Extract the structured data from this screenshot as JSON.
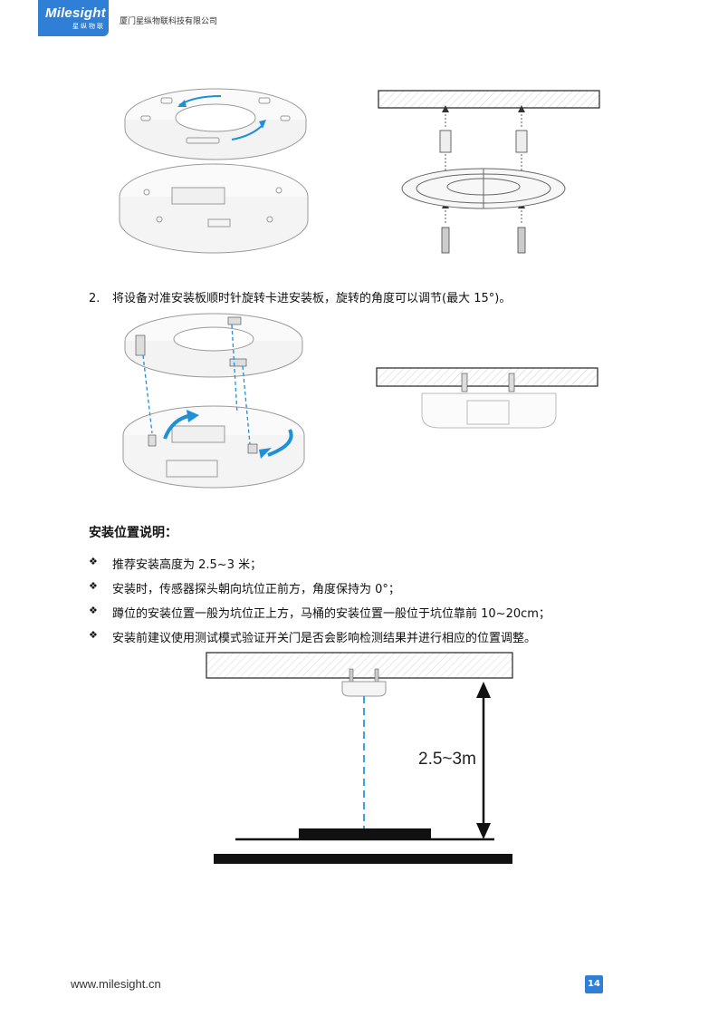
{
  "header": {
    "logo_text": "Milesight",
    "logo_sub": "星纵物联",
    "company": "厦门星纵物联科技有限公司"
  },
  "step2": {
    "number": "2.",
    "text": "将设备对准安装板顺时针旋转卡进安装板，旋转的角度可以调节(最大 15°)。"
  },
  "section": {
    "title": "安装位置说明：",
    "bullet_mark": "❖",
    "items": [
      "推荐安装高度为 2.5~3 米；",
      "安装时，传感器探头朝向坑位正前方，角度保持为 0°；",
      "蹲位的安装位置一般为坑位正上方，马桶的安装位置一般位于坑位靠前 10~20cm；",
      "安装前建议使用测试模式验证开关门是否会影响检测结果并进行相应的位置调整。"
    ]
  },
  "diagram": {
    "height_label": "2.5~3m",
    "accent_color": "#1e90d6",
    "line_color": "#333333"
  },
  "footer": {
    "url": "www.milesight.cn",
    "page": "14"
  }
}
